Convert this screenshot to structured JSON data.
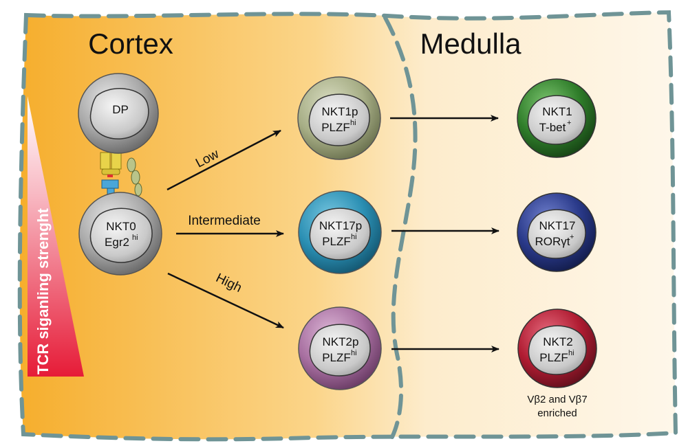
{
  "regions": {
    "cortex": "Cortex",
    "medulla": "Medulla"
  },
  "tcr_label": "TCR siganling strenght",
  "cells": {
    "dp": {
      "line1": "DP",
      "color": "#9a9a9a"
    },
    "nkt0": {
      "line1": "NKT0",
      "line2": "Egr2",
      "sup": "hi",
      "color": "#9a9a9a"
    },
    "nkt1p": {
      "line1": "NKT1p",
      "line2": "PLZF",
      "sup": "hi",
      "color": "#a7ae86"
    },
    "nkt17p": {
      "line1": "NKT17p",
      "line2": "PLZF",
      "sup": "hi",
      "color": "#2b8fb3"
    },
    "nkt2p": {
      "line1": "NKT2p",
      "line2": "PLZF",
      "sup": "hi",
      "color": "#a76fa0"
    },
    "nkt1": {
      "line1": "NKT1",
      "line2": "T-bet",
      "sup": "+",
      "color": "#2f7d2a"
    },
    "nkt17": {
      "line1": "NKT17",
      "line2": "RORγt",
      "sup": "+",
      "color": "#2a3a8a"
    },
    "nkt2": {
      "line1": "NKT2",
      "line2": "PLZF",
      "sup": "hi",
      "color": "#b01c32"
    }
  },
  "arrows": {
    "low": "Low",
    "intermediate": "Intermediate",
    "high": "High"
  },
  "note": {
    "line1": "Vβ2 and Vβ7",
    "line2": "enriched"
  },
  "colors": {
    "cortex_bg": "#f7b43a",
    "medulla_bg": "#fdf3dd",
    "dashed_border": "#6f9496",
    "tcr_gradient_top": "#ffffff",
    "tcr_gradient_bottom": "#e8203a"
  }
}
